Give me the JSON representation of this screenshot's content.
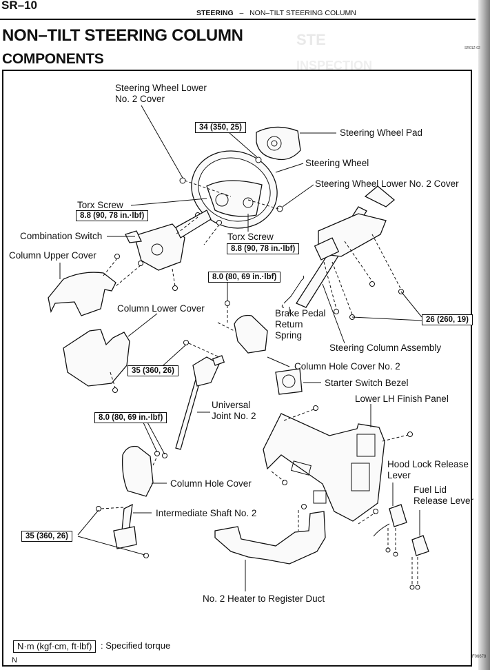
{
  "header": {
    "page_number": "SR–10",
    "section": "STEERING",
    "separator": "–",
    "subsection": "NON–TILT STEERING COLUMN",
    "title": "NON–TILT STEERING COLUMN",
    "subtitle": "COMPONENTS",
    "doc_code": "SR01Z-02",
    "ghost_text_1": "STE",
    "ghost_text_2": "INSPECTION"
  },
  "labels": {
    "steering_wheel_lower_no2_cover_left": [
      "Steering Wheel Lower",
      "No. 2 Cover"
    ],
    "steering_wheel_pad": "Steering Wheel Pad",
    "steering_wheel": "Steering Wheel",
    "steering_wheel_lower_no2_cover_right": "Steering Wheel Lower No. 2 Cover",
    "torx_screw_left": "Torx Screw",
    "torx_screw_right": "Torx Screw",
    "combination_switch": "Combination Switch",
    "column_upper_cover": "Column Upper Cover",
    "column_lower_cover": "Column Lower Cover",
    "brake_pedal_return_spring": [
      "Brake Pedal",
      "Return",
      "Spring"
    ],
    "steering_column_assembly": "Steering Column Assembly",
    "column_hole_cover_no2": "Column Hole Cover No. 2",
    "starter_switch_bezel": "Starter Switch Bezel",
    "lower_lh_finish_panel": "Lower LH Finish Panel",
    "universal_joint_no2": [
      "Universal",
      "Joint No. 2"
    ],
    "column_hole_cover": "Column Hole Cover",
    "intermediate_shaft_no2": "Intermediate Shaft No. 2",
    "hood_lock_release_lever": [
      "Hood Lock Release",
      "Lever"
    ],
    "fuel_lid_release_lever": [
      "Fuel Lid",
      "Release Lever"
    ],
    "no2_heater_to_register_duct": "No. 2 Heater to Register Duct"
  },
  "torque_specs": {
    "steering_wheel_nut": "34 (350, 25)",
    "torx_screw_left": "8.8 (90, 78 in.·lbf)",
    "torx_screw_right": "8.8 (90, 78 in.·lbf)",
    "brake_spring_area": "8.0 (80, 69 in.·lbf)",
    "column_assembly_nuts": "26 (260, 19)",
    "universal_joint_bolt": "35 (360, 26)",
    "column_hole_cover_bolts": "8.0 (80, 69 in.·lbf)",
    "intermediate_shaft_bolt": "35 (360, 26)"
  },
  "legend": {
    "unit_box": "N·m (kgf·cm, ft·lbf)",
    "description": ": Specified torque",
    "note": "N"
  },
  "figure_code": "F06678"
}
